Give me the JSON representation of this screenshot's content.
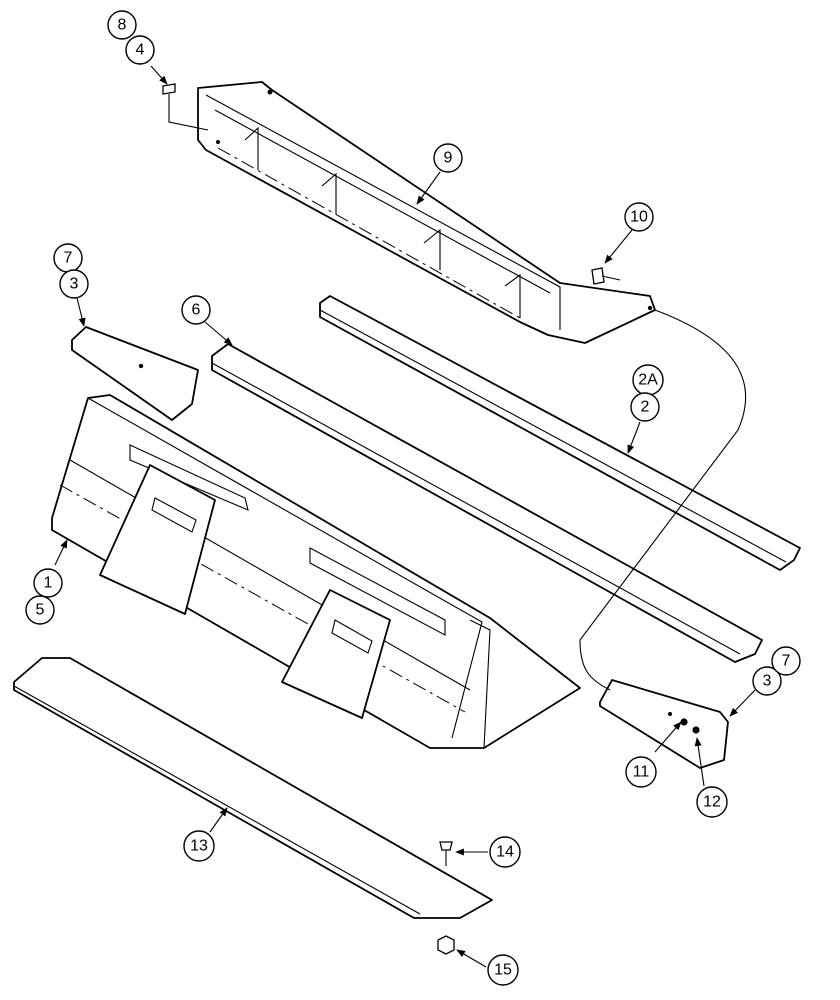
{
  "callouts": [
    {
      "id": "c8",
      "label": "8"
    },
    {
      "id": "c4",
      "label": "4"
    },
    {
      "id": "c9",
      "label": "9"
    },
    {
      "id": "c10",
      "label": "10"
    },
    {
      "id": "c7a",
      "label": "7"
    },
    {
      "id": "c3a",
      "label": "3"
    },
    {
      "id": "c6",
      "label": "6"
    },
    {
      "id": "c2A",
      "label": "2A"
    },
    {
      "id": "c2",
      "label": "2"
    },
    {
      "id": "c1",
      "label": "1"
    },
    {
      "id": "c5",
      "label": "5"
    },
    {
      "id": "c3b",
      "label": "3"
    },
    {
      "id": "c7b",
      "label": "7"
    },
    {
      "id": "c11",
      "label": "11"
    },
    {
      "id": "c12",
      "label": "12"
    },
    {
      "id": "c13",
      "label": "13"
    },
    {
      "id": "c14",
      "label": "14"
    },
    {
      "id": "c15",
      "label": "15"
    }
  ]
}
